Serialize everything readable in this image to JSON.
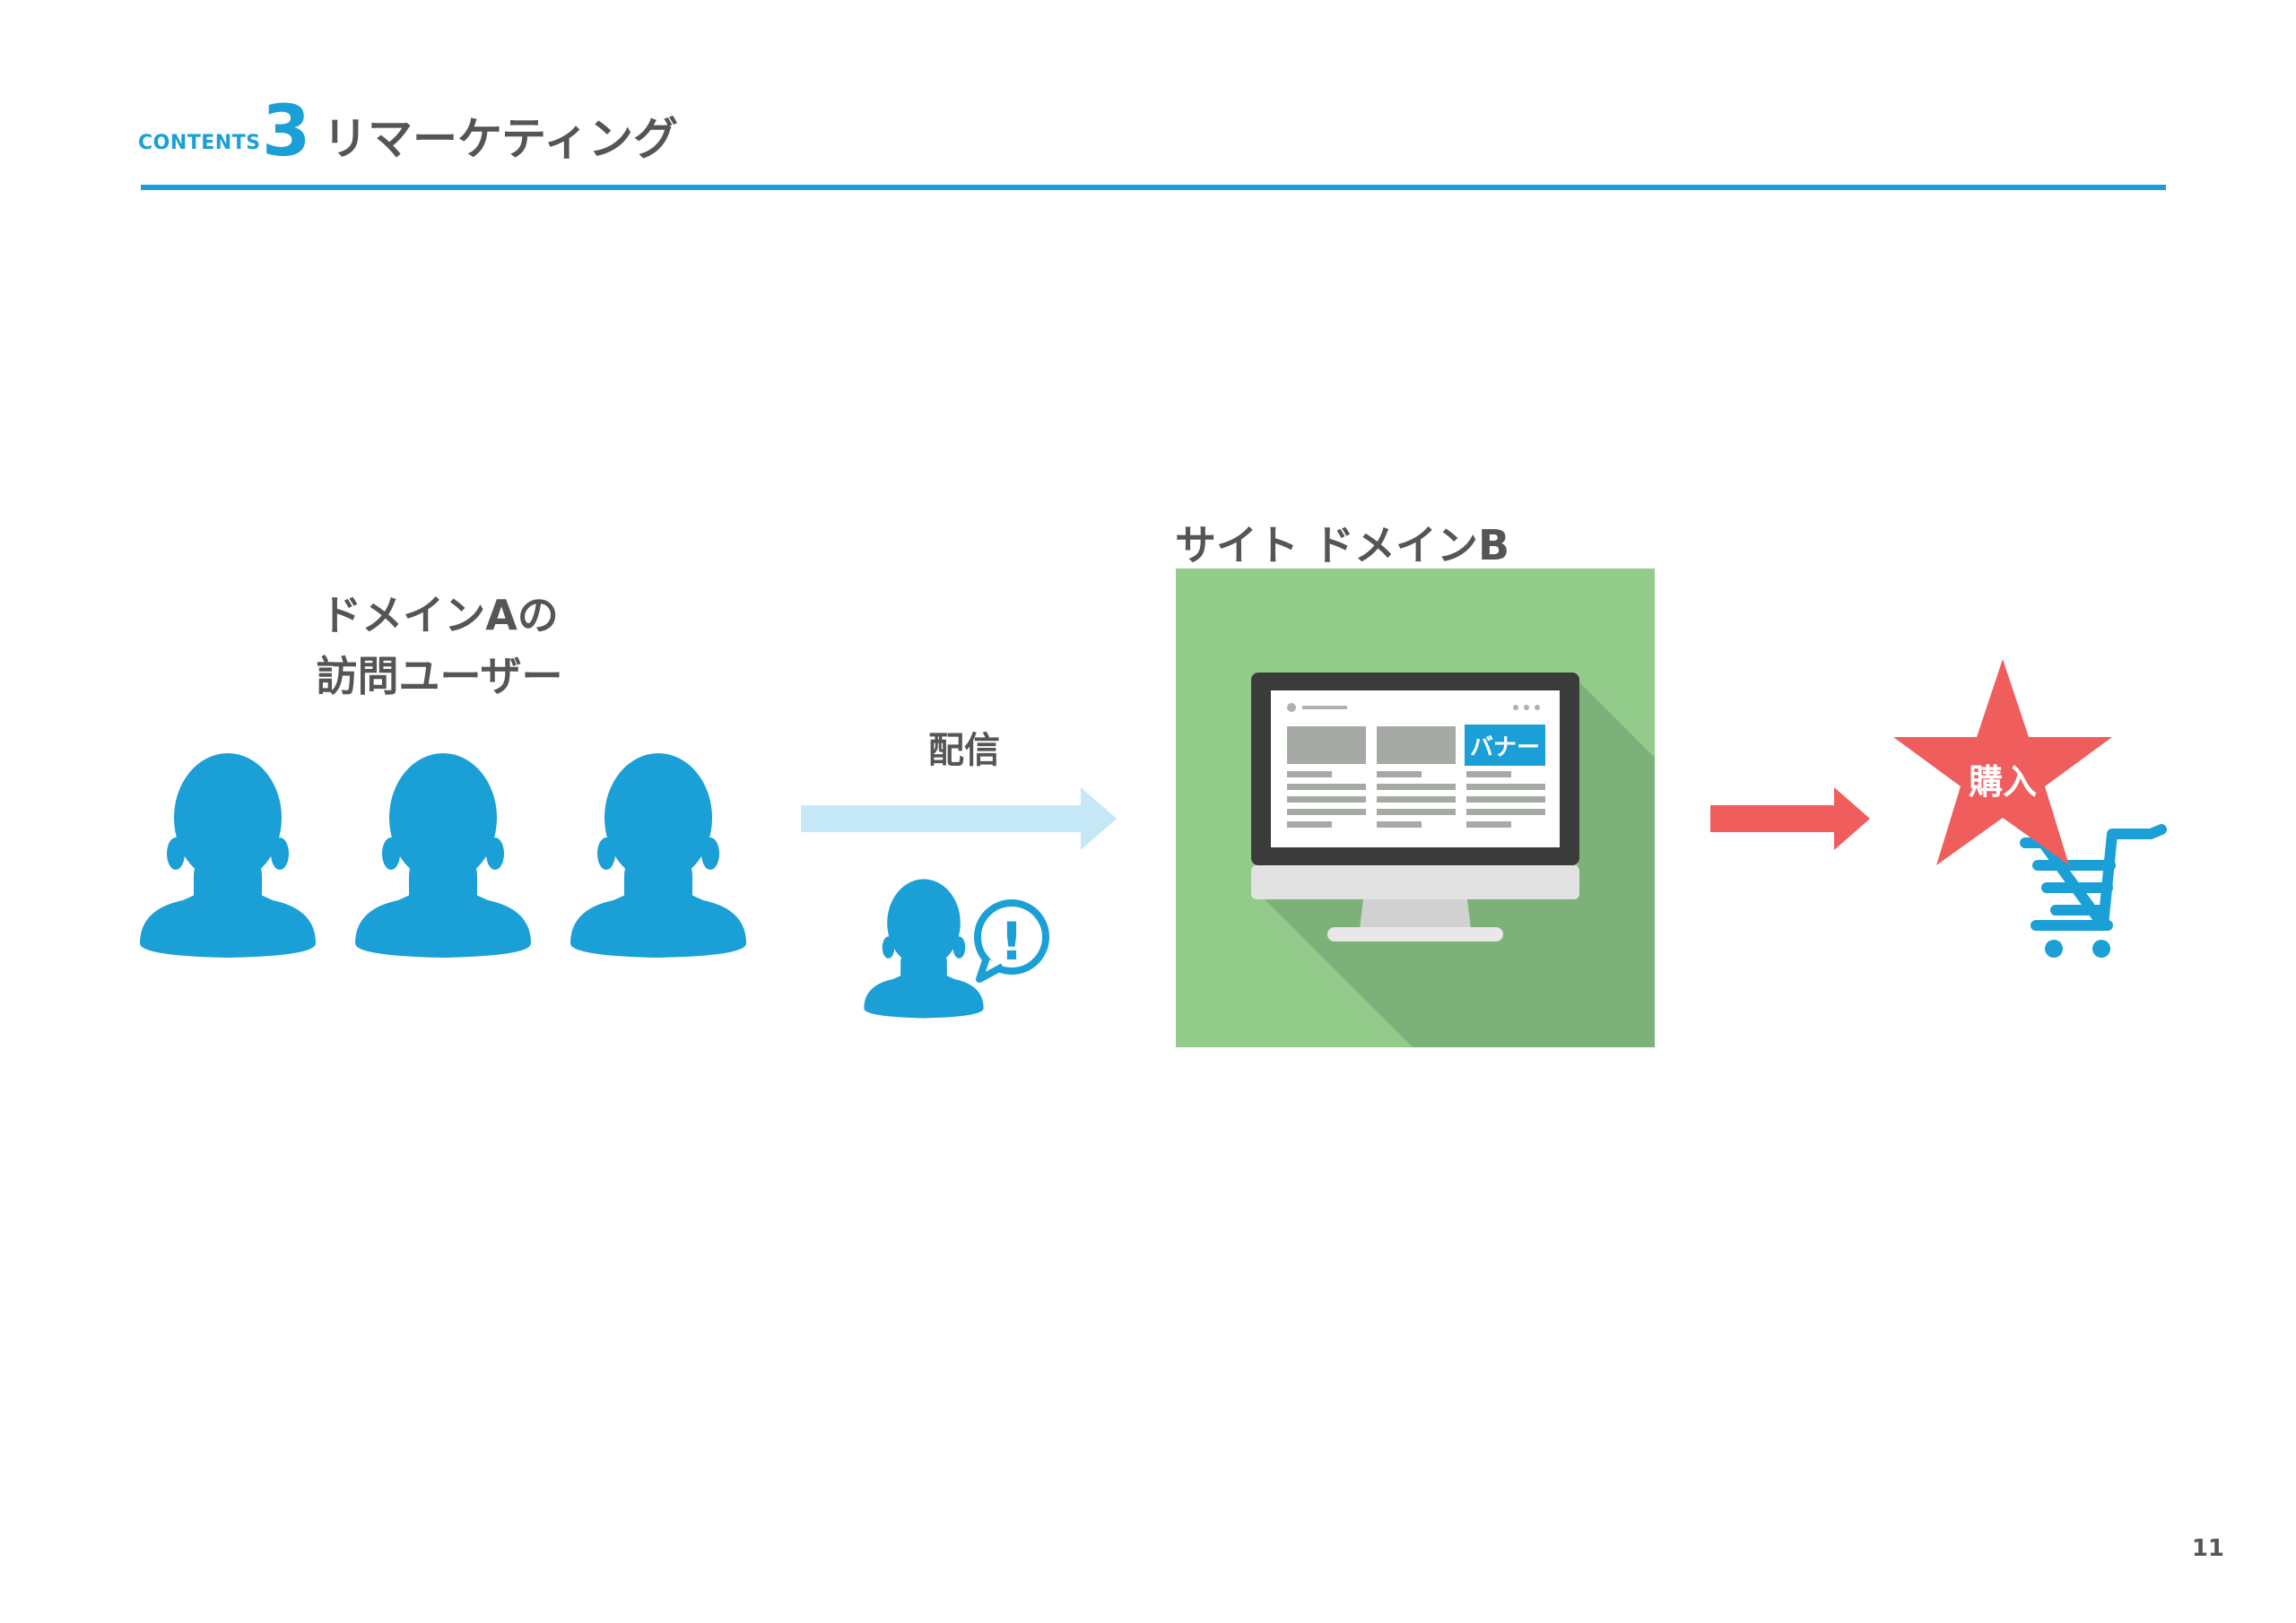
{
  "header": {
    "contents_label": "CONTENTS",
    "section_number": "3",
    "section_title": "リマーケティング"
  },
  "diagram": {
    "user_group": {
      "title_line1": "ドメインAの",
      "title_line2": "訪問ユーザー"
    },
    "delivery": {
      "label": "配信",
      "alert_mark": "!"
    },
    "site": {
      "title": "サイト ドメインB",
      "banner_label": "バナー"
    },
    "purchase": {
      "label": "購入"
    }
  },
  "colors": {
    "accent_blue": "#1a9fd6",
    "light_blue_arrow": "#c5e8f6",
    "site_green": "#93cb8b",
    "site_shadow": "#7db17a",
    "purchase_red": "#ef5d5d",
    "text_gray": "#555555"
  },
  "footer": {
    "page_number": "11"
  }
}
